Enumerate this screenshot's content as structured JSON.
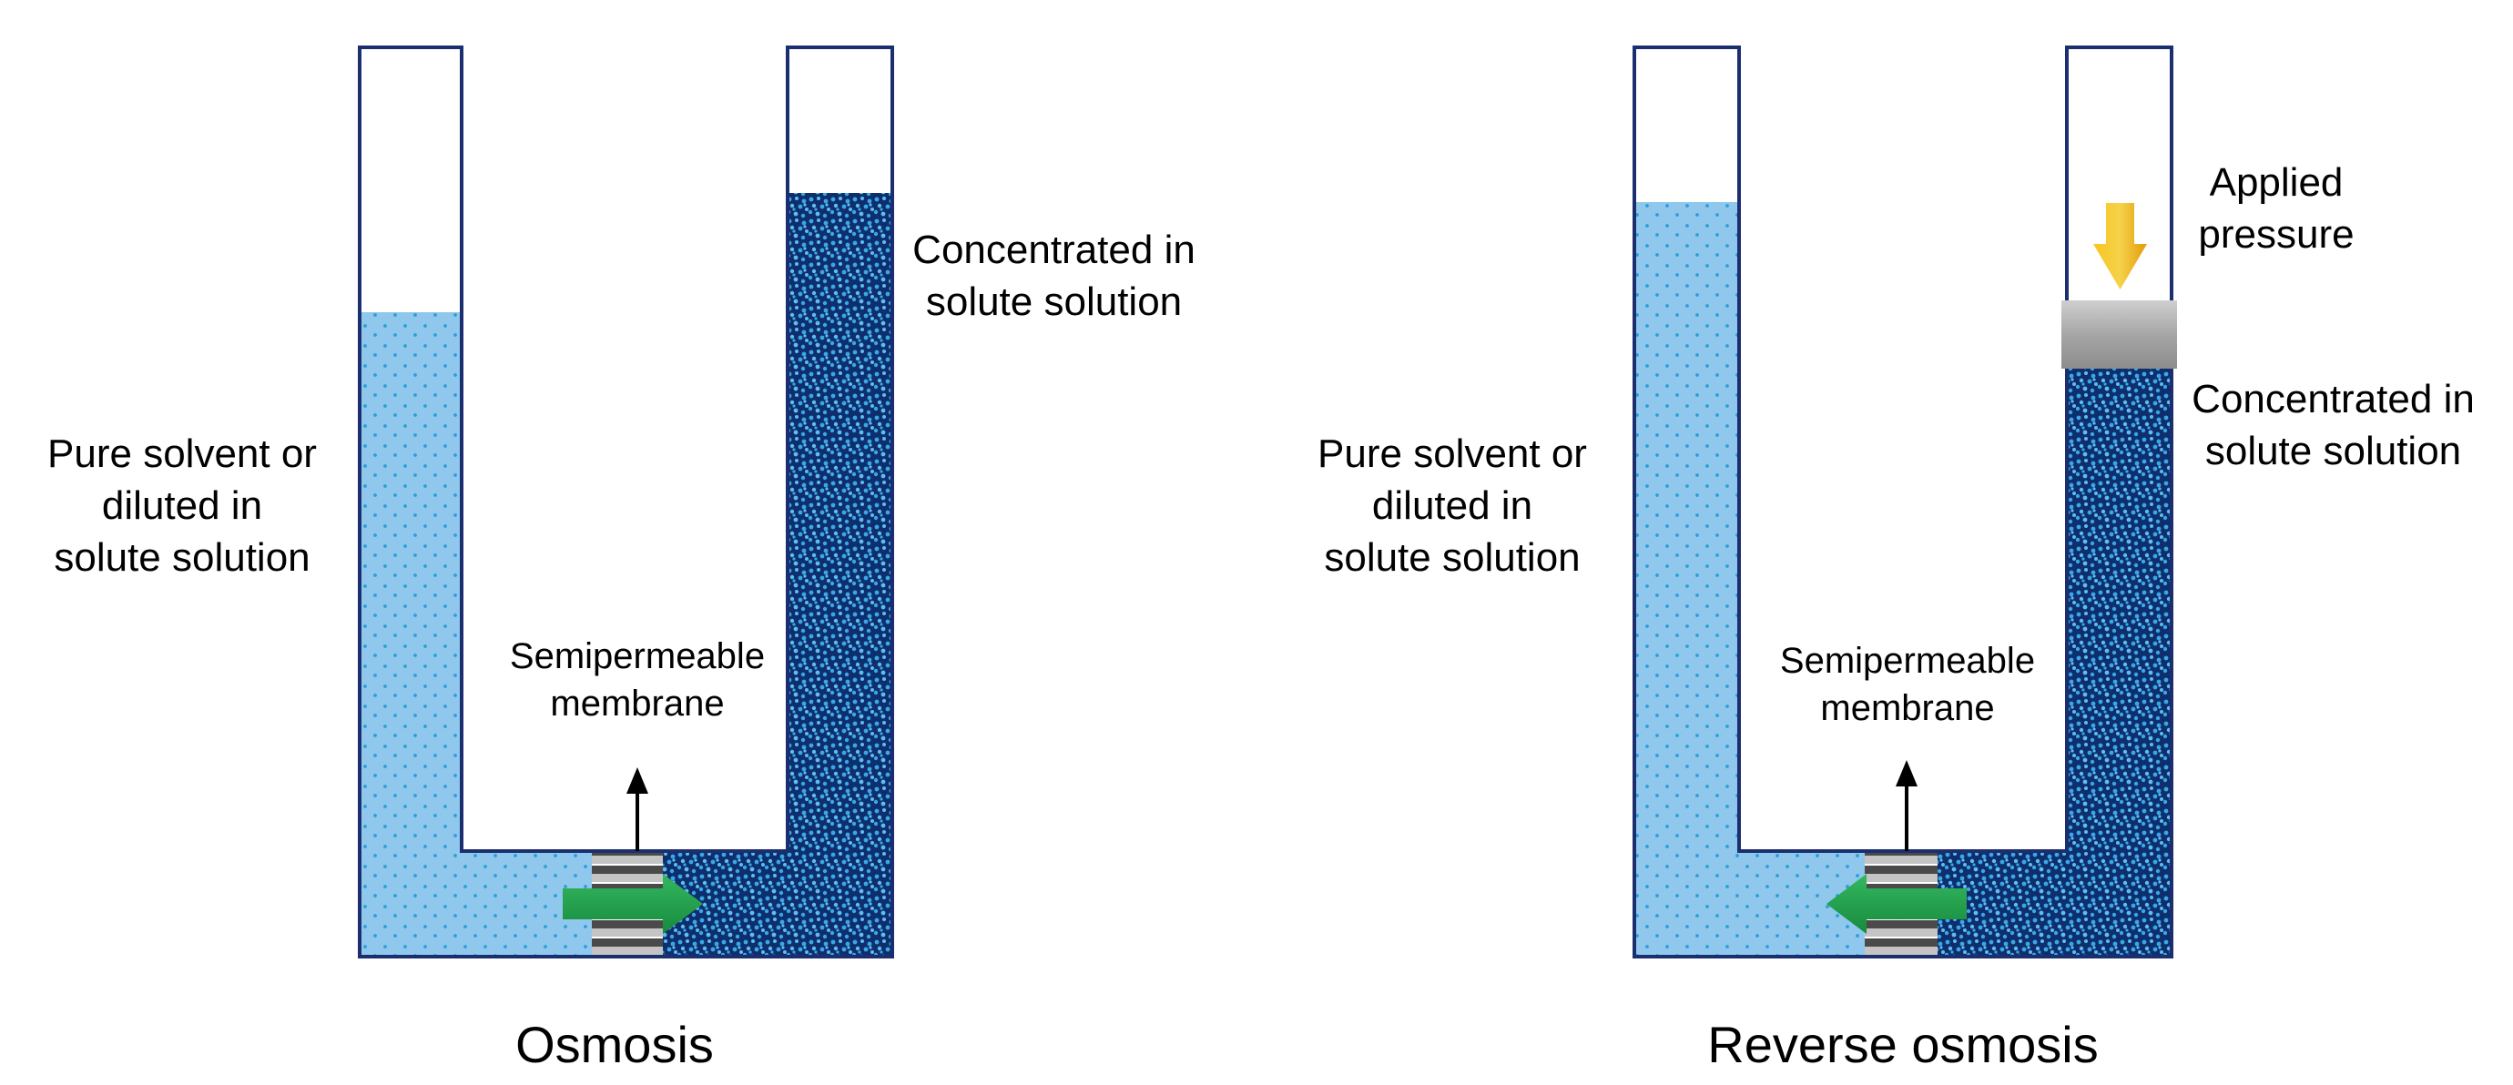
{
  "colors": {
    "dilute": "#8fc8ec",
    "dilute_dot": "#2a9fd9",
    "concentrated": "#0e2f6e",
    "concentrated_dot": "#3aa7e6",
    "tube_outline": "#1b2e70",
    "flow_arrow": "#1f9e4a",
    "pressure_arrow": "#f2b20d",
    "piston": "#a8a8a8",
    "membrane_stripe": "#555555"
  },
  "icons": {
    "flow_arrow": "green-arrow-icon",
    "pressure_arrow": "yellow-down-arrow-icon",
    "membrane": "striped-membrane-icon",
    "pointer": "up-arrow-icon"
  },
  "osmosis": {
    "title": "Osmosis",
    "left_label": [
      "Pure solvent or",
      "diluted in",
      "solute solution"
    ],
    "right_label": [
      "Concentrated in",
      "solute solution"
    ],
    "membrane_label": [
      "Semipermeable",
      "membrane"
    ],
    "flow_direction": "left-to-right"
  },
  "reverse_osmosis": {
    "title": "Reverse osmosis",
    "left_label": [
      "Pure solvent or",
      "diluted in",
      "solute solution"
    ],
    "right_label": [
      "Concentrated in",
      "solute solution"
    ],
    "membrane_label": [
      "Semipermeable",
      "membrane"
    ],
    "pressure_label": [
      "Applied",
      "pressure"
    ],
    "flow_direction": "right-to-left"
  }
}
